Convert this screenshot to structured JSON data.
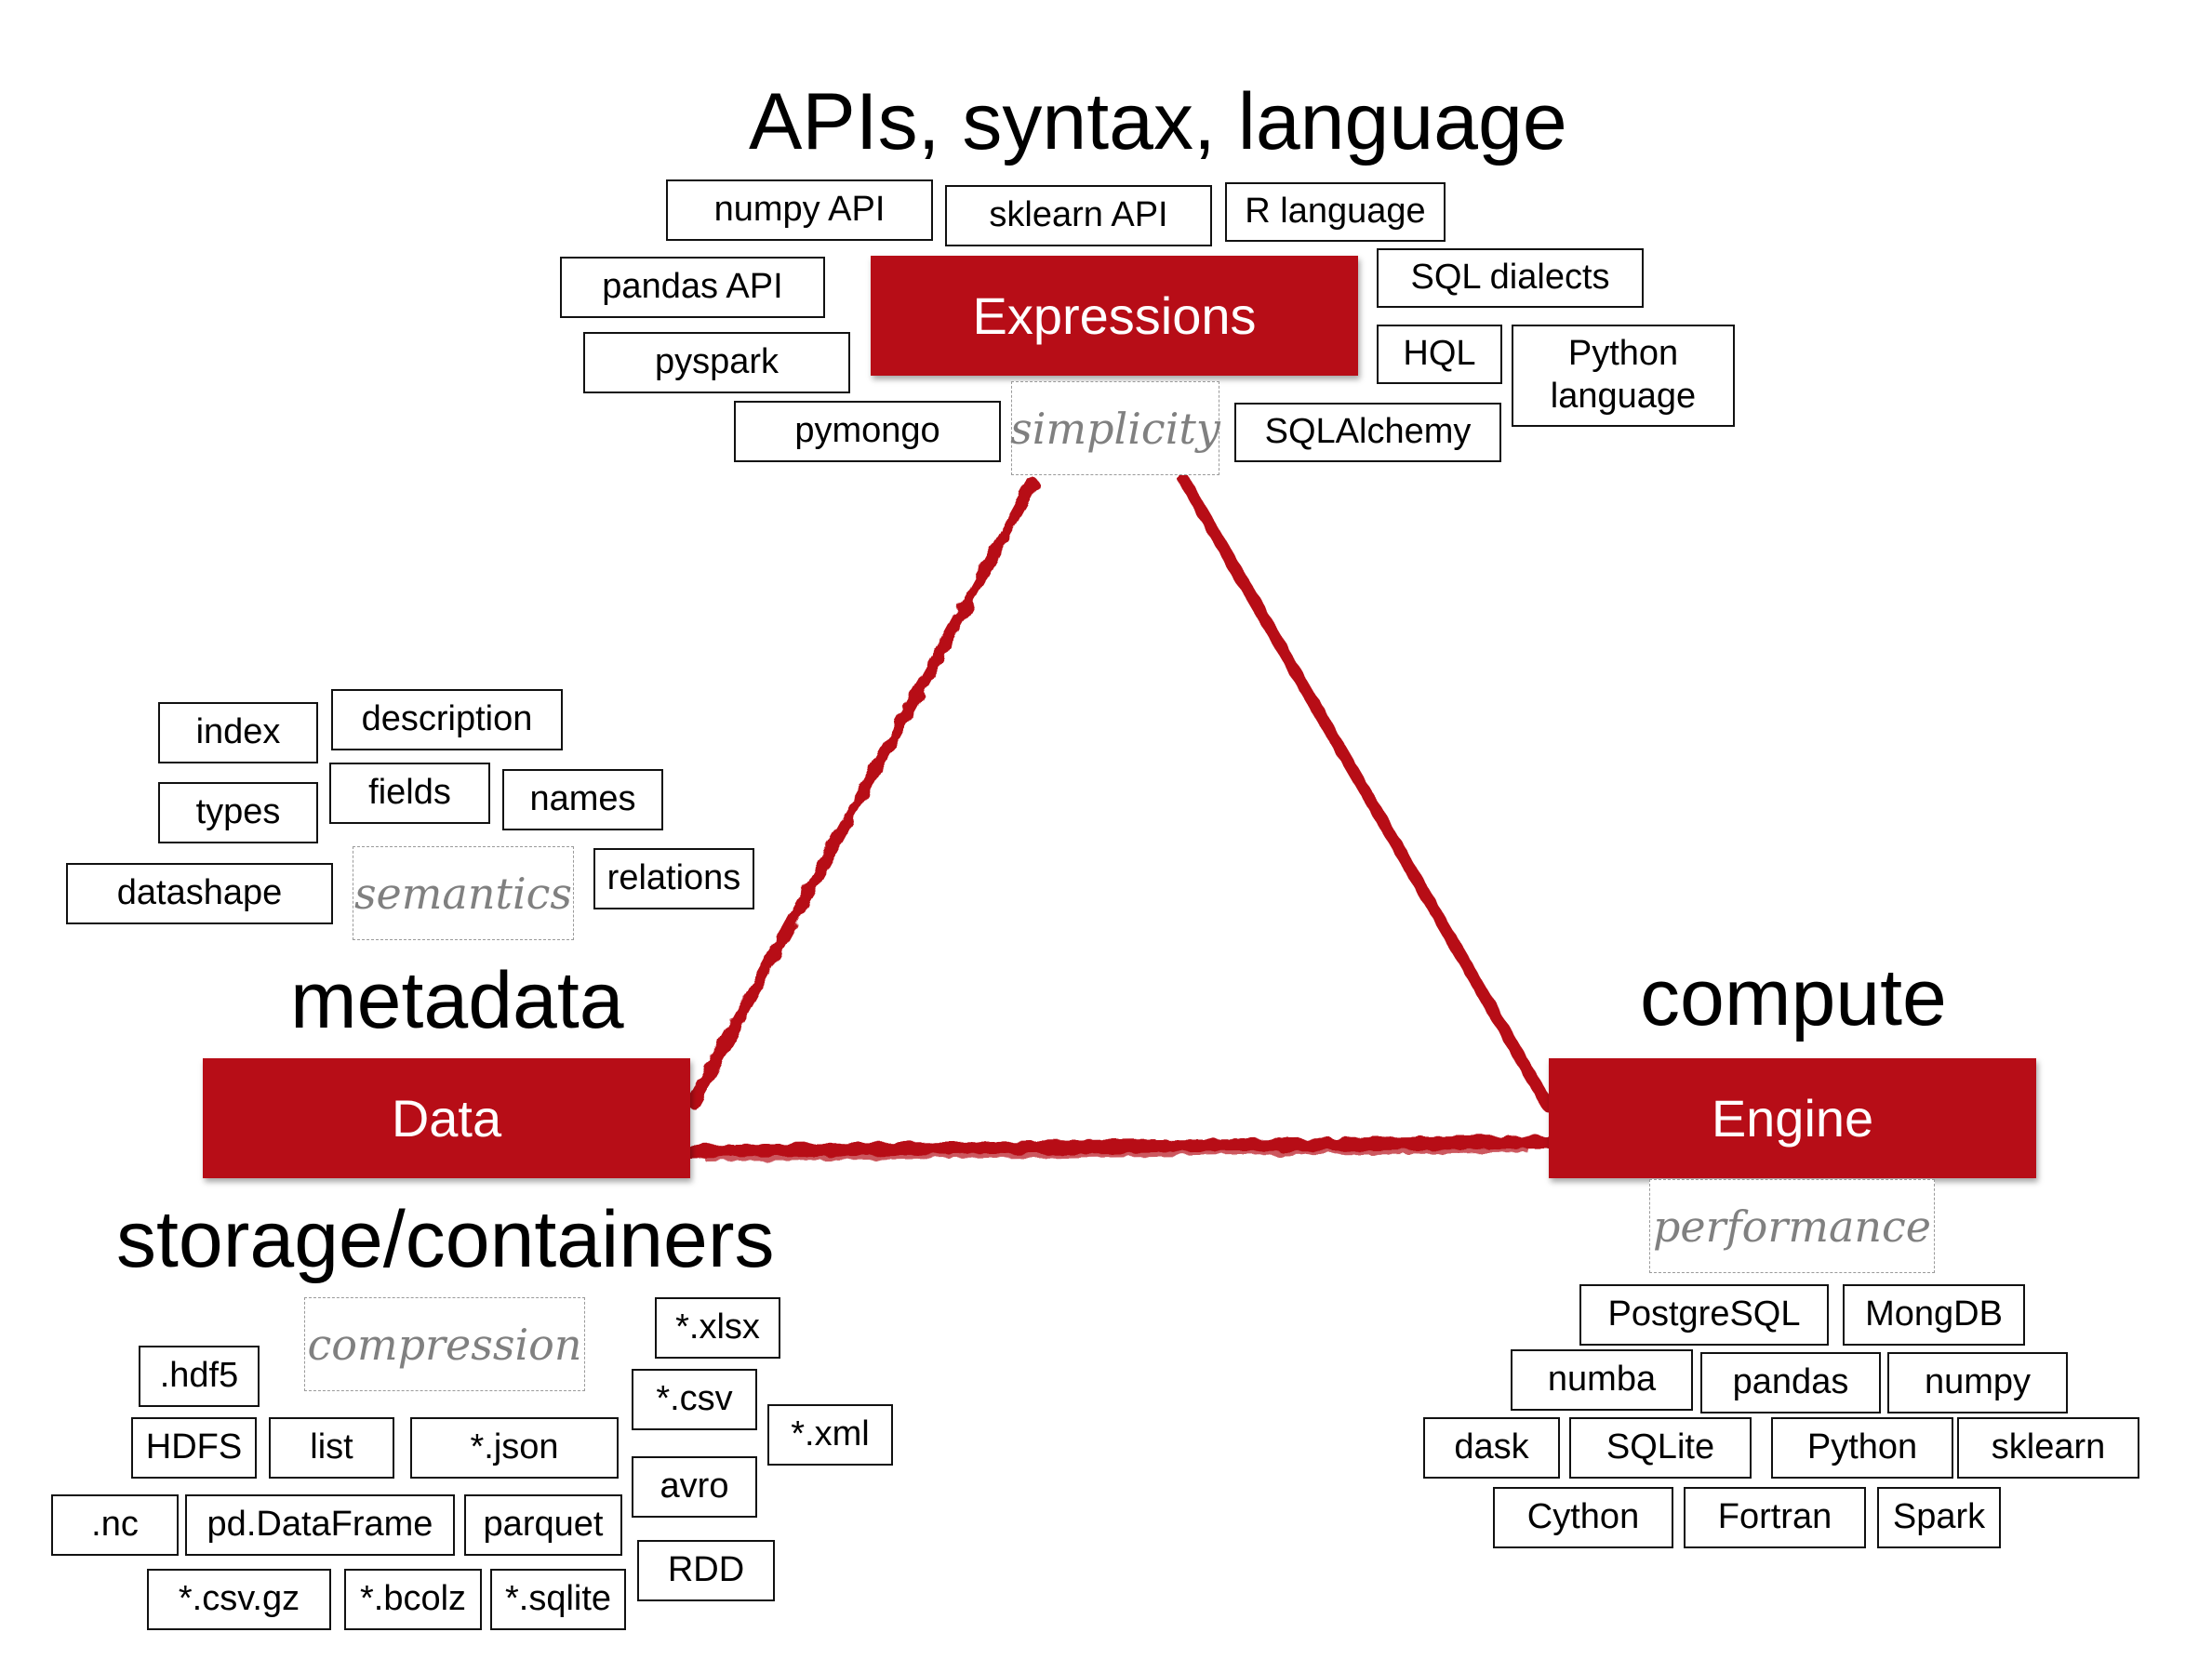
{
  "headings": {
    "top": "APIs, syntax, language",
    "left": "metadata",
    "right": "compute",
    "bottom_left": "storage/containers"
  },
  "nodes": {
    "expressions": "Expressions",
    "data": "Data",
    "engine": "Engine"
  },
  "qualities": {
    "expressions": "simplicity",
    "data_meta": "semantics",
    "data_storage": "compression",
    "engine": "performance"
  },
  "colors": {
    "node_fill": "#b70d17",
    "edge_stroke": "#b70d17",
    "quality_text": "#808080"
  },
  "tags": {
    "apis": [
      "numpy API",
      "sklearn API",
      "R language",
      "pandas API",
      "SQL dialects",
      "pyspark",
      "HQL",
      "Python language",
      "pymongo",
      "SQLAlchemy"
    ],
    "metadata": [
      "index",
      "description",
      "types",
      "fields",
      "names",
      "datashape",
      "relations"
    ],
    "storage": [
      ".hdf5",
      "*.xlsx",
      "*.csv",
      "*.xml",
      "HDFS",
      "list",
      "*.json",
      "avro",
      ".nc",
      "pd.DataFrame",
      "parquet",
      "RDD",
      "*.csv.gz",
      "*.bcolz",
      "*.sqlite"
    ],
    "compute": [
      "PostgreSQL",
      "MongDB",
      "numba",
      "pandas",
      "numpy",
      "dask",
      "SQLite",
      "Python",
      "sklearn",
      "Cython",
      "Fortran",
      "Spark"
    ]
  }
}
